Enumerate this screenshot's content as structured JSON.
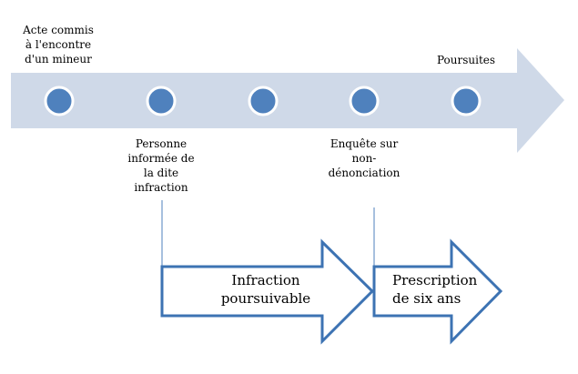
{
  "timeline": {
    "start_label_lines": [
      "Acte commis",
      "à l'encontre",
      "d'un mineur"
    ],
    "end_label": "Poursuites",
    "milestones": [
      {
        "label_lines": [
          "Personne",
          "informée de",
          "la dite",
          "infraction"
        ]
      },
      {
        "label_lines": []
      },
      {
        "label_lines": [
          "Enquête sur",
          "non-",
          "dénonciation"
        ]
      },
      {
        "label_lines": []
      }
    ]
  },
  "outcomes": {
    "first_lines": [
      "Infraction",
      "poursuivable"
    ],
    "second_lines": [
      "Prescription",
      "de six ans"
    ]
  },
  "colors": {
    "arrow_fill": "#cfd9e8",
    "dot_fill": "#4f81bd",
    "dot_stroke": "#ffffff",
    "outline": "#3d73b3",
    "connector": "#4f81bd"
  }
}
